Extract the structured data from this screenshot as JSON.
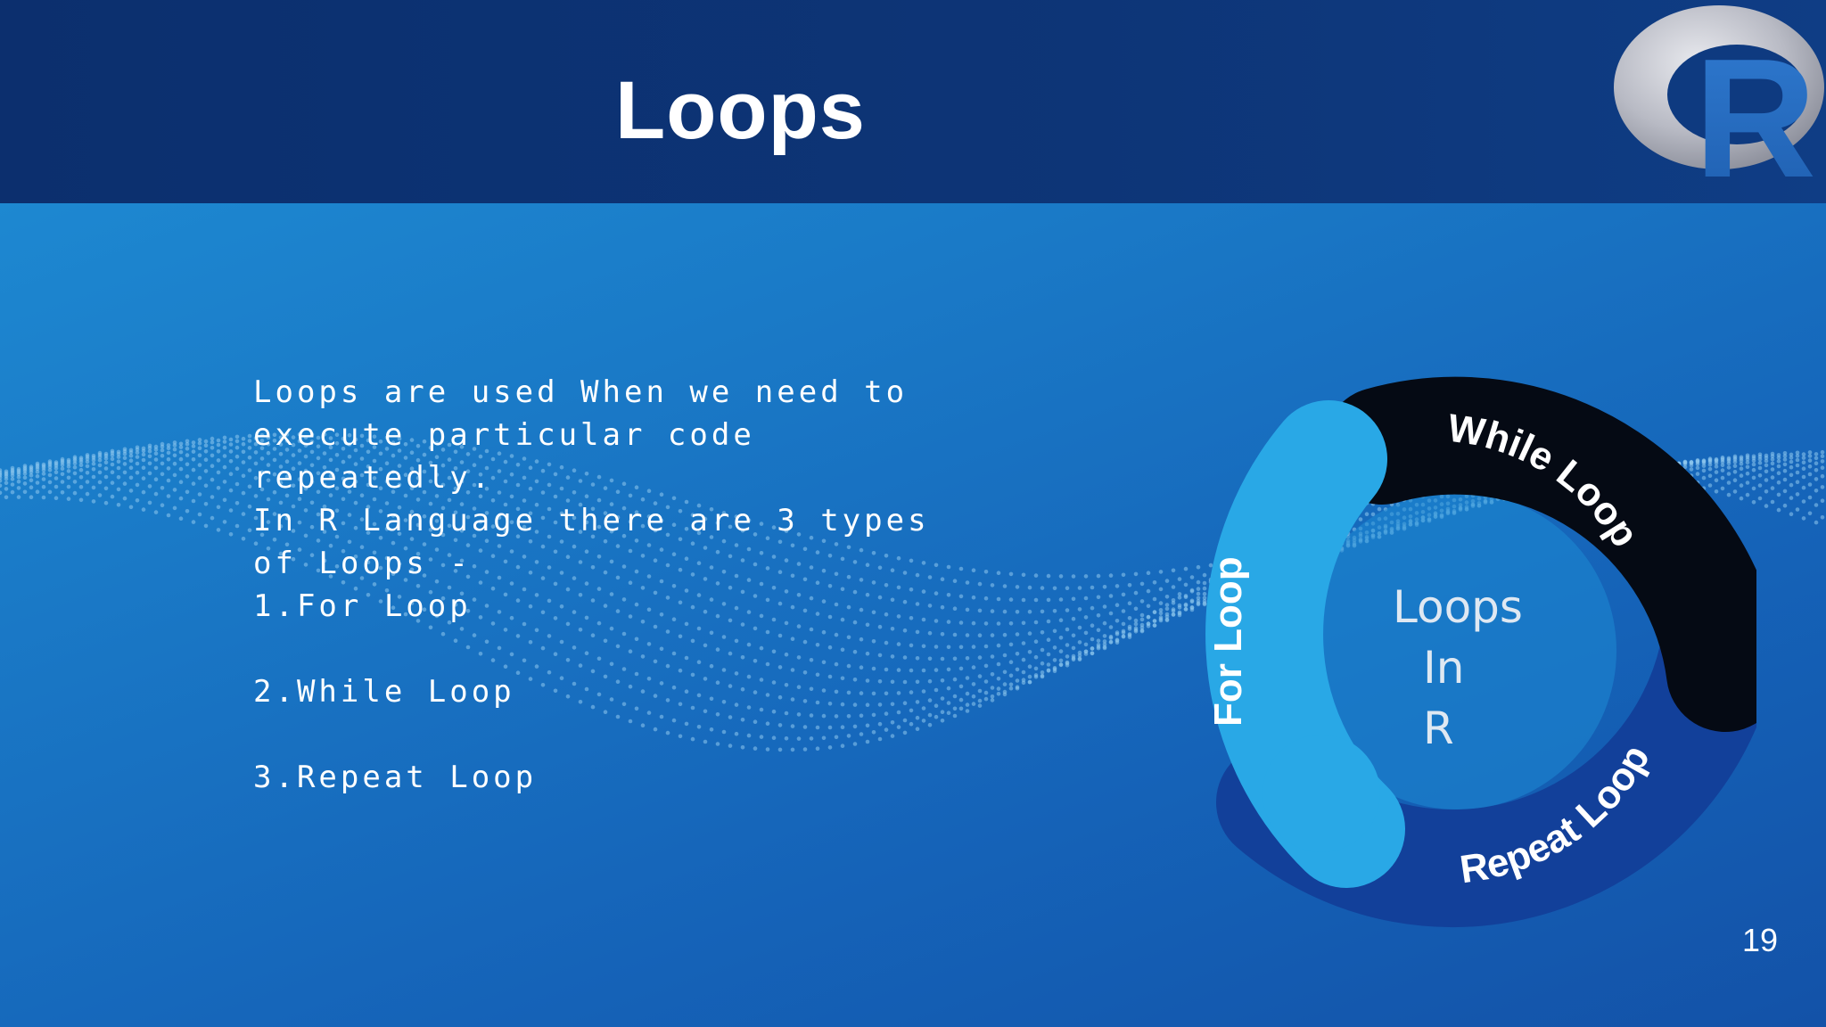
{
  "slide": {
    "title": "Loops",
    "paragraph_lines": [
      "Loops are used When we need to",
      "execute particular code",
      "repeatedly.",
      "In R Language there are 3 types",
      "of Loops -",
      "1.For Loop"
    ],
    "list_items": [
      "2.While Loop",
      "3.Repeat Loop"
    ],
    "page_number": "19"
  },
  "logo": {
    "letter": "R"
  },
  "diagram": {
    "center_lines": [
      "Loops",
      "In",
      "R"
    ],
    "segments": [
      {
        "label": "For Loop",
        "color": "#29a8e6"
      },
      {
        "label": "While Loop",
        "color": "#050a14"
      },
      {
        "label": "Repeat Loop",
        "color": "#12409a"
      }
    ]
  },
  "colors": {
    "header": "#0c2f6e",
    "background": "#1a7ac7",
    "text": "#ffffff"
  }
}
